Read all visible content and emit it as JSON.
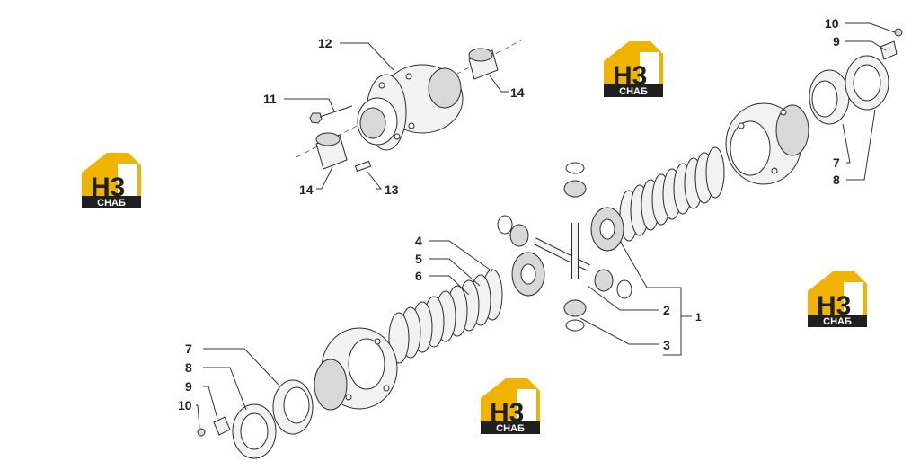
{
  "callouts": {
    "c1": "1",
    "c2": "2",
    "c3": "3",
    "c4": "4",
    "c5": "5",
    "c6": "6",
    "c7_left": "7",
    "c8_left": "8",
    "c9_left": "9",
    "c10_left": "10",
    "c7_right": "7",
    "c8_right": "8",
    "c9_right": "9",
    "c10_right": "10",
    "c11": "11",
    "c12": "12",
    "c13": "13",
    "c14_left": "14",
    "c14_right": "14"
  },
  "watermark": {
    "mark": "H3",
    "caption": "СНАБ",
    "color": "#f0b400"
  }
}
